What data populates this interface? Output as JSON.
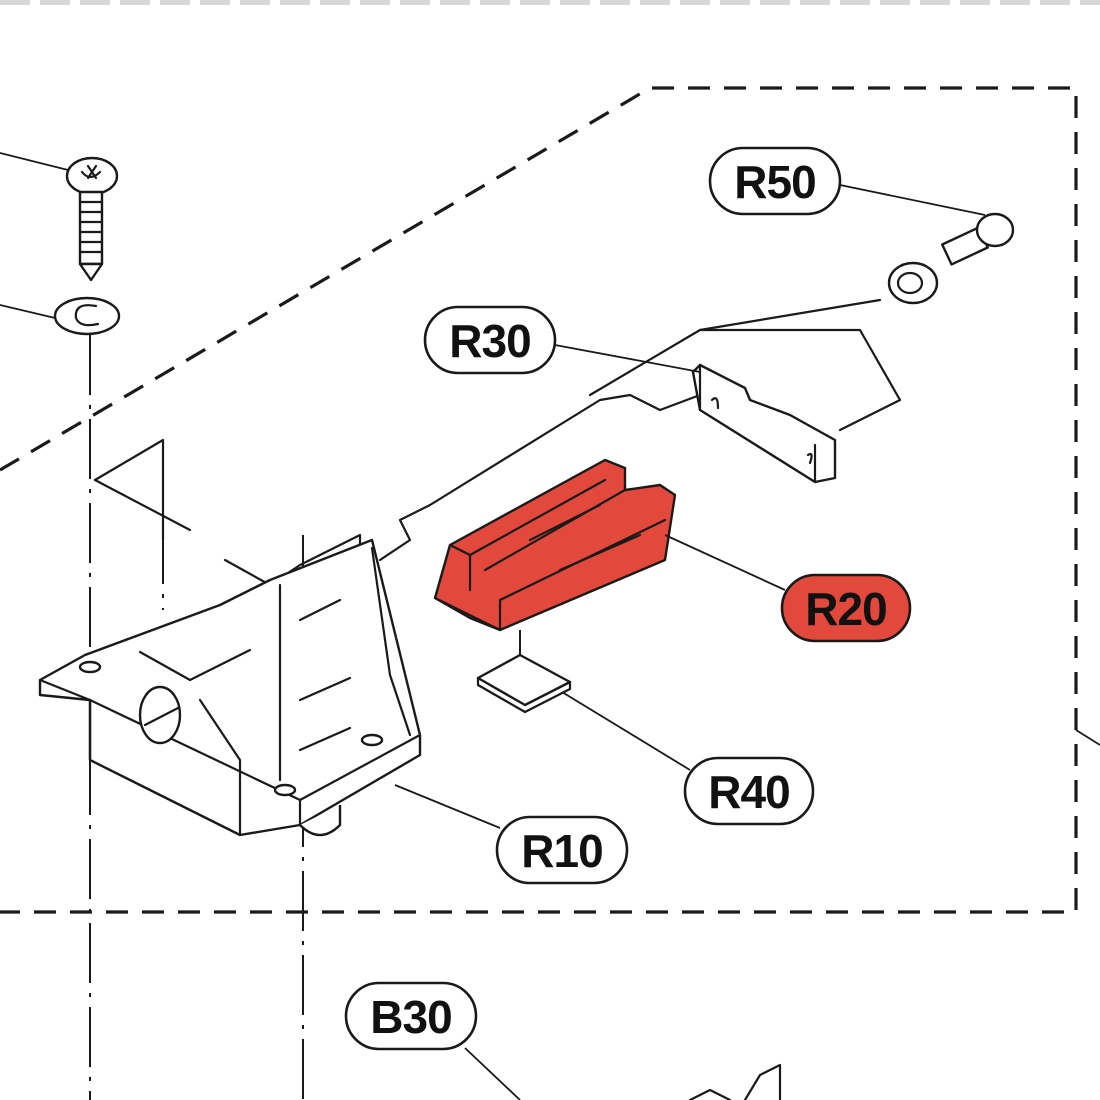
{
  "diagram": {
    "type": "exploded-parts-diagram",
    "highlight_color": "#e2483b",
    "callouts": [
      {
        "id": "R50",
        "label": "R50",
        "highlighted": false
      },
      {
        "id": "R30",
        "label": "R30",
        "highlighted": false
      },
      {
        "id": "R20",
        "label": "R20",
        "highlighted": true
      },
      {
        "id": "R40",
        "label": "R40",
        "highlighted": false
      },
      {
        "id": "R10",
        "label": "R10",
        "highlighted": false
      },
      {
        "id": "B30",
        "label": "B30",
        "highlighted": false
      }
    ]
  }
}
